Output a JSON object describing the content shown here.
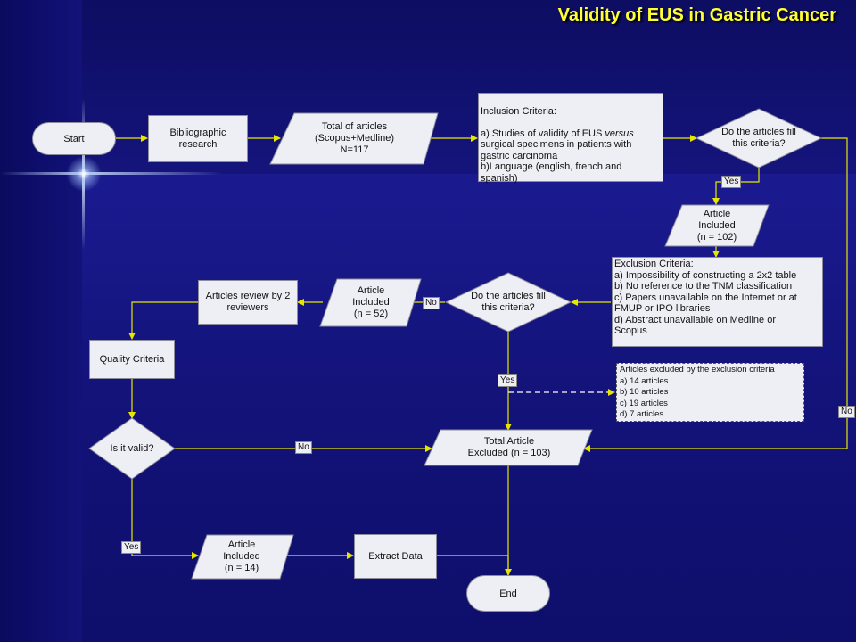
{
  "slide": {
    "title": "Validity of EUS in Gastric Cancer"
  },
  "colors": {
    "background": "#16167e",
    "title": "#ffff33",
    "connector": "#e6e600",
    "shape_fill": "#eeeef5"
  },
  "nodes": {
    "start": "Start",
    "bibliographic": "Bibliographic\nresearch",
    "total_articles": "Total of articles\n(Scopus+Medline)\nN=117",
    "inclusion_criteria": {
      "line1": "Inclusion Criteria:",
      "line2a": "a) Studies of validity of EUS ",
      "line2b": "versus",
      "line3": "surgical specimens in patients with\ngastric carcinoma\nb)Language (english, french and\nspanish)"
    },
    "decision_inclusion": "Do the articles fill\nthis criteria?",
    "included_102": "Article\nIncluded\n(n = 102)",
    "exclusion_criteria": "Exclusion Criteria:\na) Impossibility of constructing a 2x2 table\nb) No reference to the TNM classification\nc) Papers unavailable on the Internet or at\nFMUP or IPO libraries\nd) Abstract unavailable on Medline or\nScopus",
    "decision_exclusion": "Do the articles fill\nthis criteria?",
    "included_52": "Article\nIncluded\n(n = 52)",
    "review": "Articles review by 2\nreviewers",
    "quality": "Quality Criteria",
    "valid": "Is it valid?",
    "excluded_103": "Total Article\nExcluded (n = 103)",
    "excluded_breakdown": "Articles excluded by the exclusion criteria\na) 14 articles\nb) 10 articles\nc) 19 articles\nd) 7 articles",
    "included_14": "Article\nIncluded\n(n = 14)",
    "extract": "Extract Data",
    "end": "End"
  },
  "labels": {
    "yes_inclusion": "Yes",
    "no_inclusion": "No",
    "no_exclusion": "No",
    "yes_exclusion": "Yes",
    "no_valid": "No",
    "yes_valid": "Yes"
  }
}
